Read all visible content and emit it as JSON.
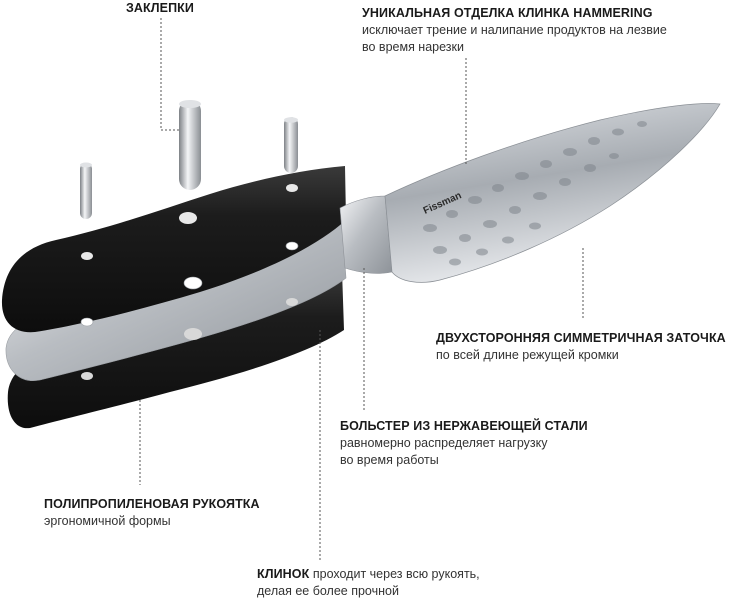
{
  "labels": {
    "rivets": {
      "heading": "ЗАКЛЕПКИ"
    },
    "hammering": {
      "heading": "УНИКАЛЬНАЯ ОТДЕЛКА КЛИНКА HAMMERING",
      "line1": "исключает трение и налипание продуктов на лезвие",
      "line2": "во время нарезки"
    },
    "sharpening": {
      "heading": "ДВУХСТОРОННЯЯ СИММЕТРИЧНАЯ ЗАТОЧКА",
      "line1": "по всей длине режущей кромки"
    },
    "bolster": {
      "heading": "БОЛЬСТЕР ИЗ НЕРЖАВЕЮЩЕЙ СТАЛИ",
      "line1": "равномерно распределяет нагрузку",
      "line2": "во время работы"
    },
    "handle": {
      "heading": "ПОЛИПРОПИЛЕНОВАЯ РУКОЯТКА",
      "line1": "эргономичной формы"
    },
    "tang": {
      "heading": "КЛИНОК",
      "line1": "проходит через всю рукоять,",
      "line2": "делая ее более прочной"
    }
  },
  "blade_brand": "Fissman",
  "colors": {
    "handle": "#1c1c1c",
    "steel": "#c9ccd0",
    "leader": "#555555"
  }
}
